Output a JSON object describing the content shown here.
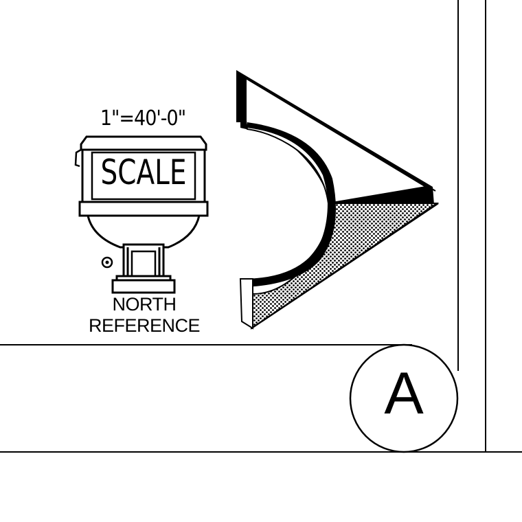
{
  "scale": {
    "ratio": "1\"=40'-0\"",
    "label": "SCALE"
  },
  "north_reference": {
    "label": "NORTH REFERENCE",
    "icon": "north-arrow-icon"
  },
  "grid_bubble": {
    "label": "A"
  },
  "colors": {
    "ink": "#000000",
    "paper": "#ffffff"
  }
}
